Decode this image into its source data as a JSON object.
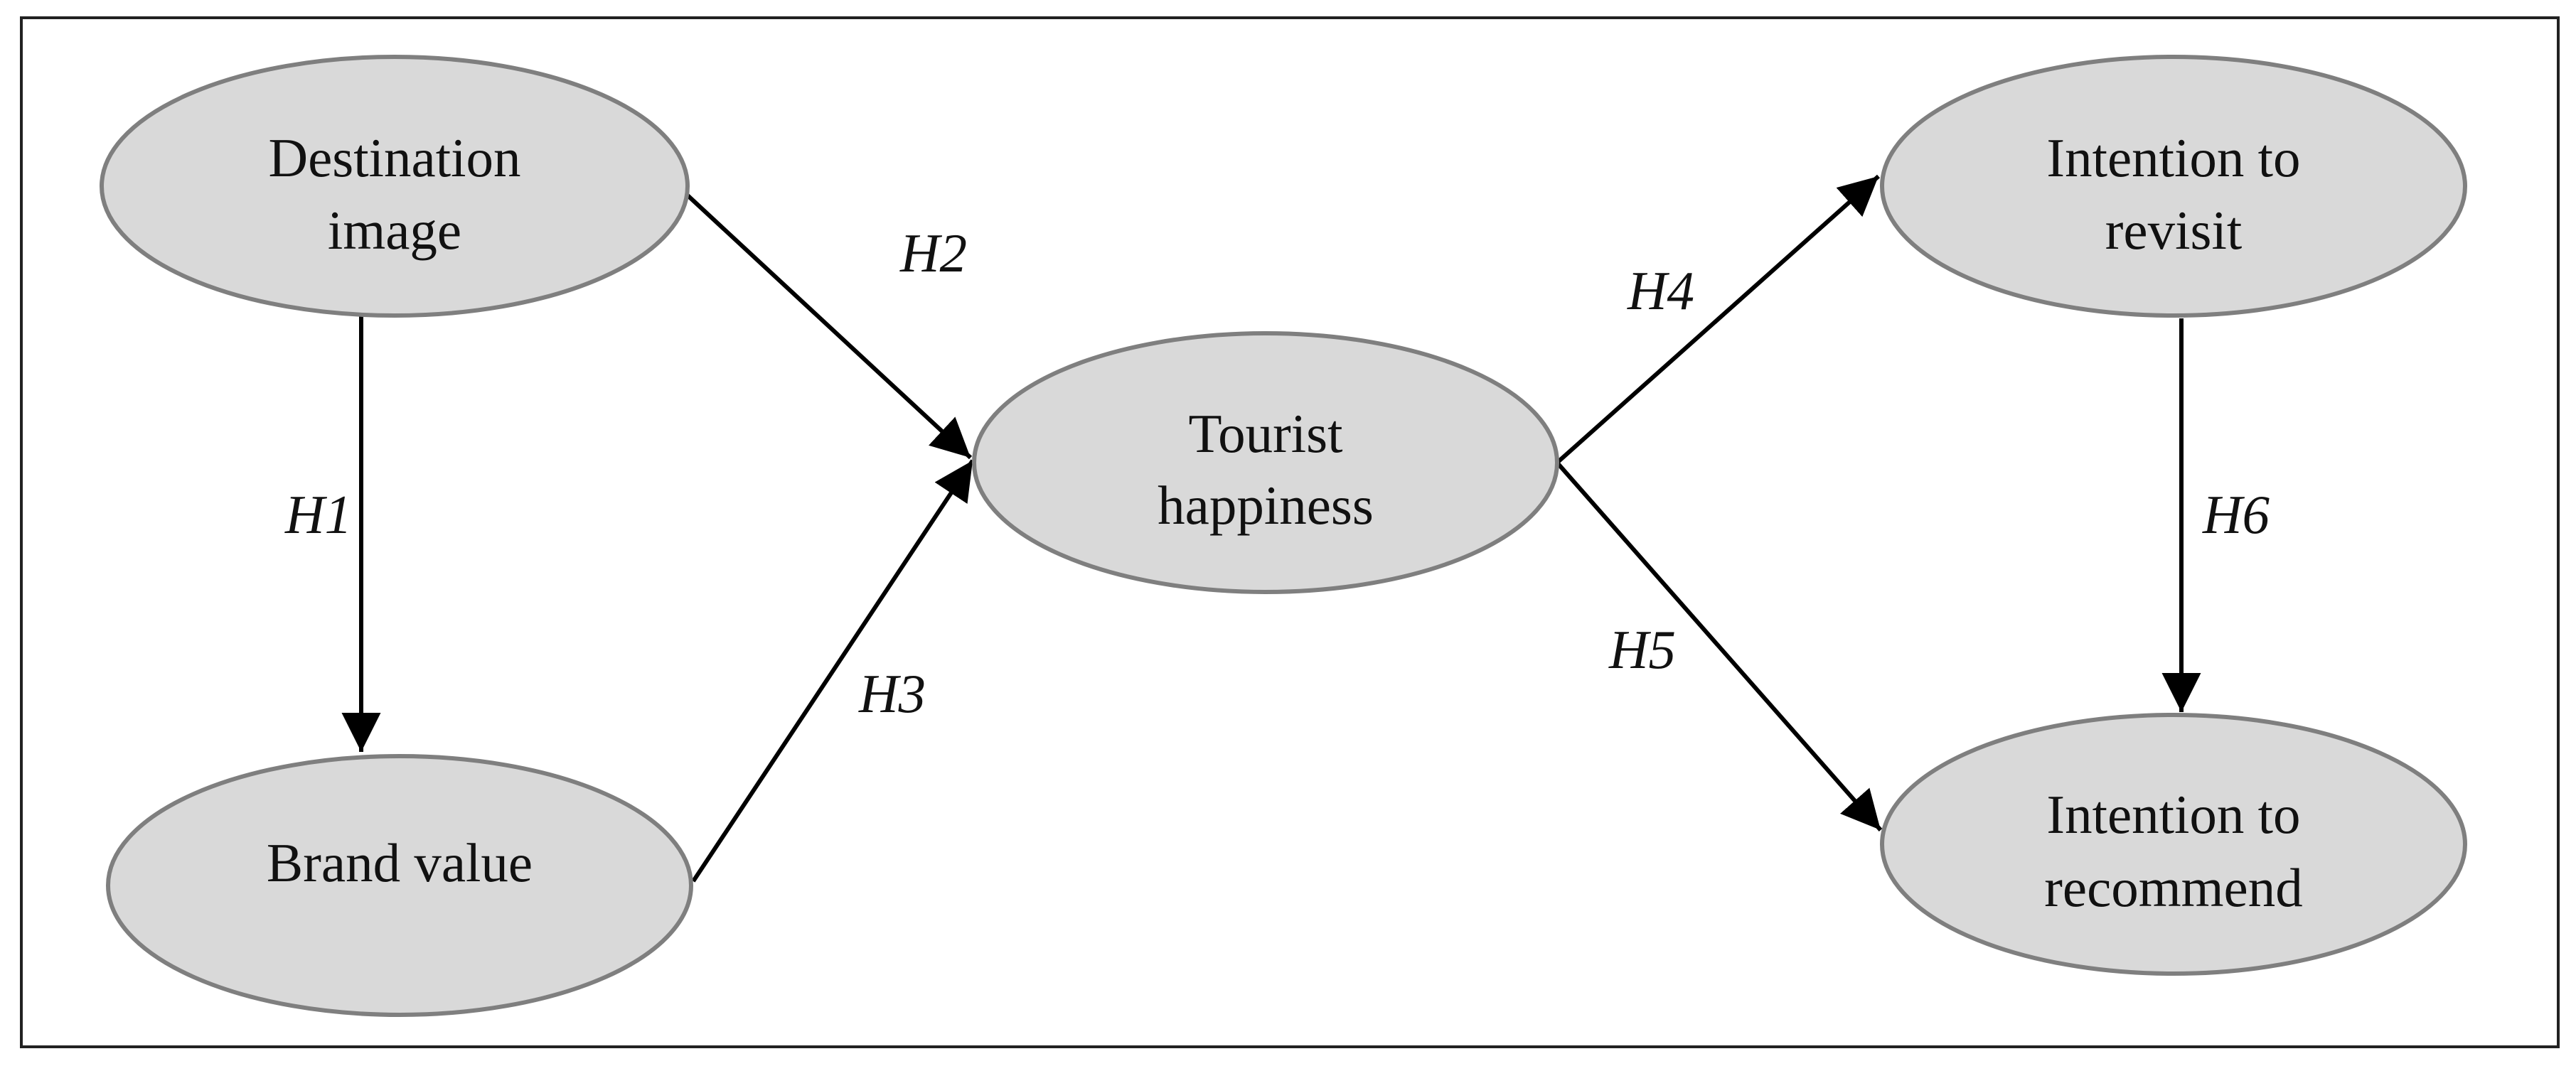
{
  "diagram": {
    "nodes": {
      "destination_image": {
        "line1": "Destination",
        "line2": "image"
      },
      "brand_value": {
        "line1": "Brand value"
      },
      "tourist_happiness": {
        "line1": "Tourist",
        "line2": "happiness"
      },
      "intention_revisit": {
        "line1": "Intention to",
        "line2": "revisit"
      },
      "intention_recommend": {
        "line1": "Intention to",
        "line2": "recommend"
      }
    },
    "hypotheses": {
      "h1": "H1",
      "h2": "H2",
      "h3": "H3",
      "h4": "H4",
      "h5": "H5",
      "h6": "H6"
    },
    "colors": {
      "node_fill": "#d9d9d9",
      "node_stroke": "#7f7f7f",
      "arrow": "#000000"
    }
  }
}
